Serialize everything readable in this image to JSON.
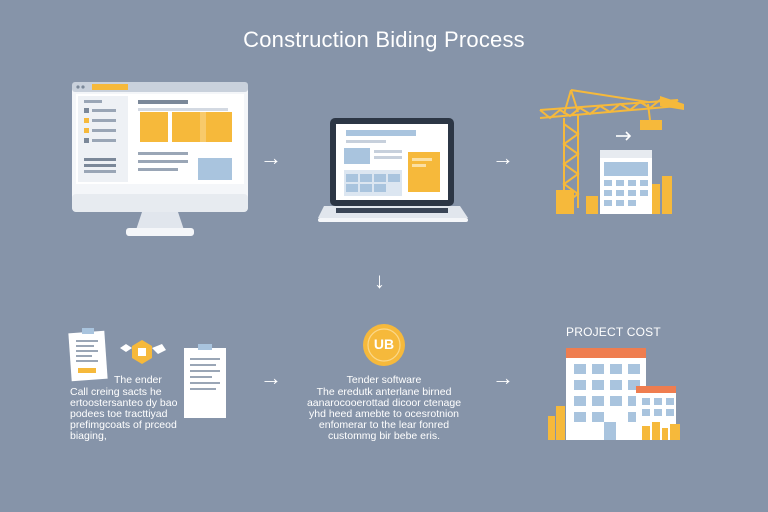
{
  "title": "Construction Biding Process",
  "colors": {
    "background": "#8694a9",
    "accent_yellow": "#f6b93b",
    "accent_orange": "#ef7d4f",
    "screen_blue": "#a9c4de",
    "white": "#ffffff"
  },
  "steps": [
    {
      "id": "monitor",
      "icon": "desktop-monitor-icon"
    },
    {
      "id": "laptop",
      "icon": "laptop-icon"
    },
    {
      "id": "crane",
      "icon": "construction-crane-icon"
    },
    {
      "id": "documents",
      "icon": "documents-icon",
      "heading": "The ender",
      "lines": [
        "Call creing sacts he",
        "ertoostersanteo dy bao",
        "podees toe tracttiyad",
        "prefimgcoats of prceod",
        "biaging,"
      ]
    },
    {
      "id": "software",
      "icon": "software-badge-icon",
      "badge_text": "UB",
      "heading": "Tender software",
      "lines": [
        "The eredutk anterlane birned",
        "aanarocooerottad dicoor ctenage",
        "yhd heed amebte to ocesrotnion",
        "enfomerar to the lear fonred",
        "custommg bir bebe eris."
      ]
    },
    {
      "id": "project-cost",
      "icon": "buildings-icon",
      "label": "PROJECT COST"
    }
  ],
  "arrows": {
    "right": "→",
    "down": "↓"
  }
}
